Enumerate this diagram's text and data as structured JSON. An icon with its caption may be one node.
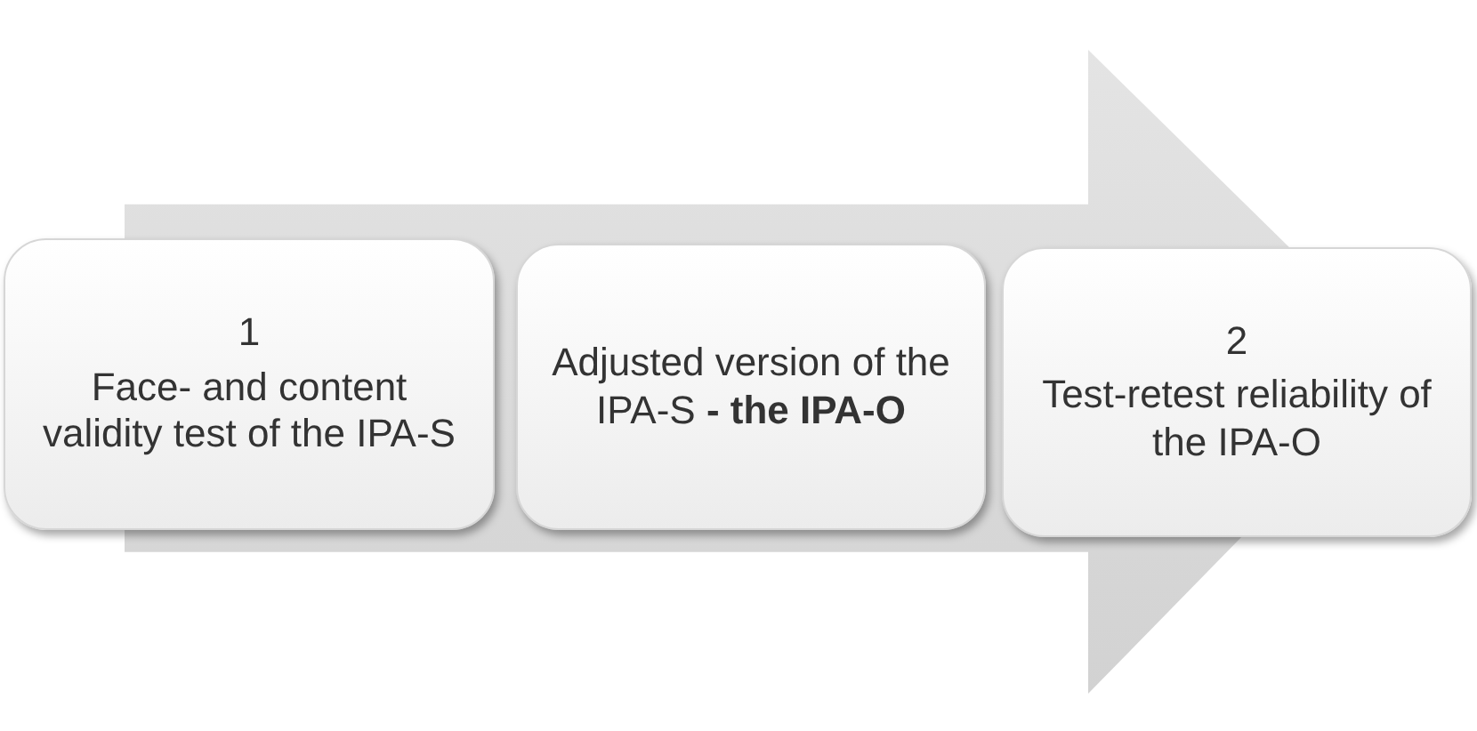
{
  "diagram": {
    "nodes": [
      {
        "text": [],
        "shape": "arrow"
      },
      {
        "text": [
          "1",
          "Face- and content validity test of the IPA-S"
        ]
      },
      {
        "text": [
          "Adjusted version of the IPA-S **- the IPA-O**"
        ],
        "in": 0
      },
      {
        "text": [
          "2",
          "Test-retest reliability of the IPA-O"
        ]
      }
    ],
    "edges": []
  }
}
